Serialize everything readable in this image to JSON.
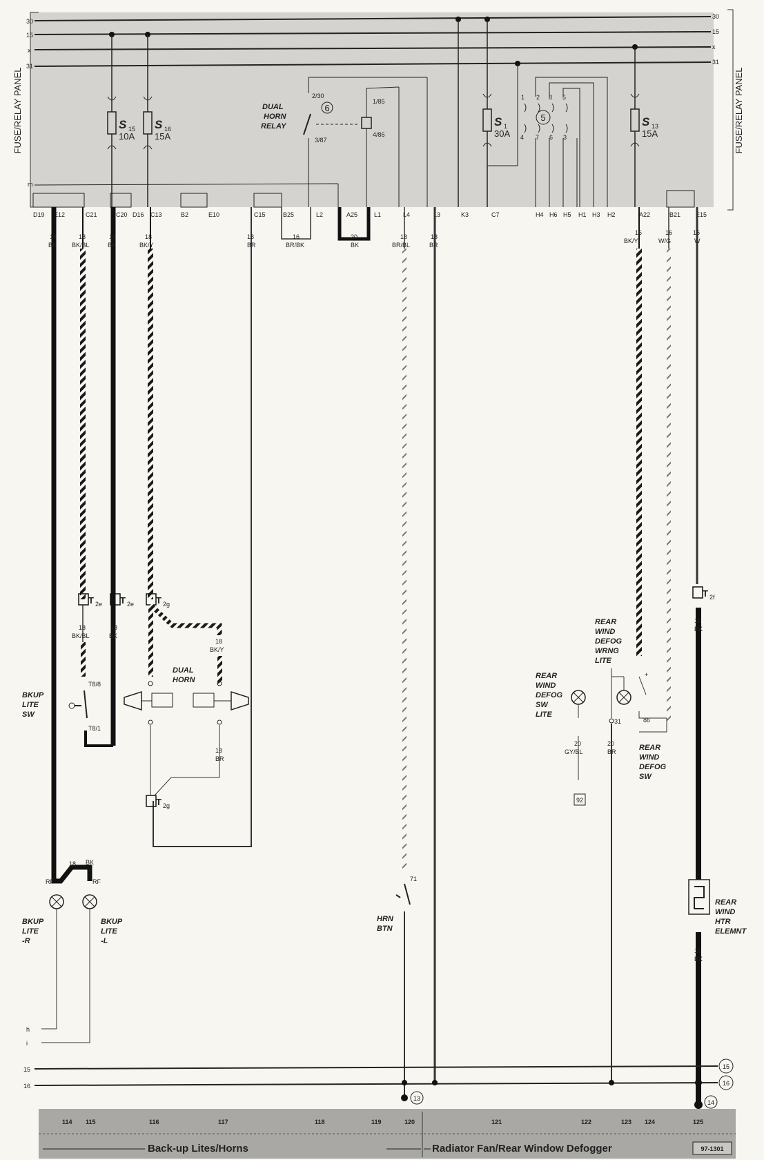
{
  "panel": {
    "side_label": "FUSE/RELAY PANEL",
    "bus": [
      "30",
      "15",
      "x",
      "31"
    ],
    "bottom_m": "m"
  },
  "fuses": {
    "s15": {
      "name": "S",
      "sub": "15",
      "rating": "10A"
    },
    "s16": {
      "name": "S",
      "sub": "16",
      "rating": "15A"
    },
    "s1": {
      "name": "S",
      "sub": "1",
      "rating": "30A"
    },
    "s13": {
      "name": "S",
      "sub": "13",
      "rating": "15A"
    }
  },
  "horn_relay": {
    "title_1": "DUAL",
    "title_2": "HORN",
    "title_3": "RELAY",
    "number": "6",
    "t1": "2/30",
    "t2": "3/87",
    "t3": "1/85",
    "t4": "4/86"
  },
  "relay5": {
    "number": "5",
    "top_pins": [
      "1",
      "2",
      "8",
      "5"
    ],
    "bottom_pins": [
      "4",
      "7",
      "6",
      "3"
    ]
  },
  "terminals": [
    "D19",
    "E12",
    "C21",
    "C20",
    "D16",
    "C13",
    "B2",
    "E10",
    "C15",
    "B25",
    "L2",
    "A25",
    "L1",
    "L4",
    "L3",
    "K3",
    "C7",
    "H4",
    "H6",
    "H5",
    "H1",
    "H3",
    "H2",
    "A22",
    "B21",
    "E15"
  ],
  "wire_labels": {
    "w_d19": {
      "g": "18",
      "c": "BK"
    },
    "w_c21": {
      "g": "18",
      "c": "BK/BL"
    },
    "w_c20": {
      "g": "18",
      "c": "BK"
    },
    "w_c13": {
      "g": "18",
      "c": "BK/Y"
    },
    "w_c15": {
      "g": "18",
      "c": "BR"
    },
    "w_b25": {
      "g": "16",
      "c": "BR/BK"
    },
    "w_a25": {
      "g": "20",
      "c": "BK"
    },
    "w_l4": {
      "g": "18",
      "c": "BR/BL"
    },
    "w_l3": {
      "g": "18",
      "c": "BR"
    },
    "w_a22": {
      "g": "16",
      "c": "BK/Y"
    },
    "w_b21": {
      "g": "16",
      "c": "W/G"
    },
    "w_e15": {
      "g": "16",
      "c": "W"
    },
    "w_bl2": {
      "g": "18",
      "c": "BK/BL"
    },
    "w_bk2": {
      "g": "18",
      "c": "BK"
    },
    "w_horn": {
      "g": "18",
      "c": "BK/Y"
    },
    "w_hornbr": {
      "g": "18",
      "c": "BR"
    },
    "w_bkj": {
      "g": "18",
      "c": "BK"
    },
    "w_gy": {
      "g": "20",
      "c": "GY/BL"
    },
    "w_br31": {
      "g": "20",
      "c": "BR"
    },
    "w_e15b": {
      "g": "16",
      "c": "BK"
    },
    "w_htr": {
      "g": "16",
      "c": "BK"
    }
  },
  "connectors": {
    "t2e": "T",
    "t2e_sub": "2e",
    "t2g": "T",
    "t2g_sub": "2g",
    "t2f": "T",
    "t2f_sub": "2f"
  },
  "components": {
    "bkup_sw": [
      "BKUP",
      "LITE",
      "SW"
    ],
    "bkup_sw_pins": [
      "T8/8",
      "T8/1"
    ],
    "dual_horn": [
      "DUAL",
      "HORN"
    ],
    "bkup_r": [
      "BKUP",
      "LITE",
      "-R"
    ],
    "bkup_l": [
      "BKUP",
      "LITE",
      "-L"
    ],
    "rf": "RF",
    "horn_btn": [
      "HRN",
      "BTN"
    ],
    "horn_btn_pin": "71",
    "rw_wrng": [
      "REAR",
      "WIND",
      "DEFOG",
      "WRNG",
      "LITE"
    ],
    "rw_sw_lite": [
      "REAR",
      "WIND",
      "DEFOG",
      "SW",
      "LITE"
    ],
    "rw_sw": [
      "REAR",
      "WIND",
      "DEFOG",
      "SW"
    ],
    "rw_sw_pins": [
      "31",
      "86",
      "+"
    ],
    "rw_htr": [
      "REAR",
      "WIND",
      "HTR",
      "ELEMNT"
    ],
    "ref_92": "92"
  },
  "ground_bus": {
    "h": "h",
    "i": "i",
    "b15": "15",
    "b16": "16",
    "ground_13": "13",
    "ground_14": "14",
    "circle_15": "15",
    "circle_16": "16"
  },
  "footer": {
    "numbers": [
      "114",
      "115",
      "116",
      "117",
      "118",
      "119",
      "120",
      "121",
      "122",
      "123",
      "124",
      "125"
    ],
    "section_left": "Back-up Lites/Horns",
    "section_right": "Radiator Fan/Rear Window Defogger",
    "ref": "97-1301"
  }
}
